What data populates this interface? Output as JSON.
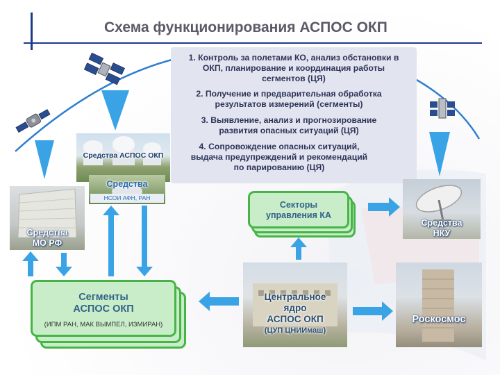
{
  "title": "Схема функционирования АСПОС ОКП",
  "tasks": [
    {
      "lines": [
        "1. Контроль за полетами КО, анализ обстановки в",
        "ОКП, планирование и координация работы",
        "сегментов (ЦЯ)"
      ]
    },
    {
      "lines": [
        "2. Получение и предварительная обработка",
        "результатов измерений (сегменты)"
      ]
    },
    {
      "lines": [
        "3. Выявление, анализ и прогнозирование",
        "развития опасных ситуаций (ЦЯ)"
      ]
    },
    {
      "lines": [
        "4. Сопровождение опасных ситуаций,",
        "выдача предупреждений и рекомендаций",
        "по парированию (ЦЯ)"
      ]
    }
  ],
  "nodes": {
    "aspos_facility_label": "Средства АСПОС ОКП",
    "sredstva_label": "Средства",
    "nsoi_label": "НСОИ АФН, РАН",
    "mo_label": [
      "Средства",
      "МО РФ"
    ],
    "sectors": [
      "Секторы",
      "управления КА"
    ],
    "nku_label": [
      "Средства",
      "НКУ"
    ],
    "segments": [
      "Сегменты",
      "АСПОС ОКП"
    ],
    "segments_orgs": "(ИПМ РАН, МАК ВЫМПЕЛ, ИЗМИРАН)",
    "core": [
      "Центральное",
      "ядро",
      "АСПОС ОКП",
      "(ЦУП ЦНИИмаш)"
    ],
    "roscosmos": "Роскосмос"
  },
  "colors": {
    "accent_blue": "#1b3b8a",
    "arrow_blue": "#3aa3e6",
    "orbit_arc": "#2f7fd0",
    "green_border": "#46b446",
    "green_fill": "#c8edc8",
    "task_text": "#2e3458",
    "label_text": "#31638a"
  }
}
